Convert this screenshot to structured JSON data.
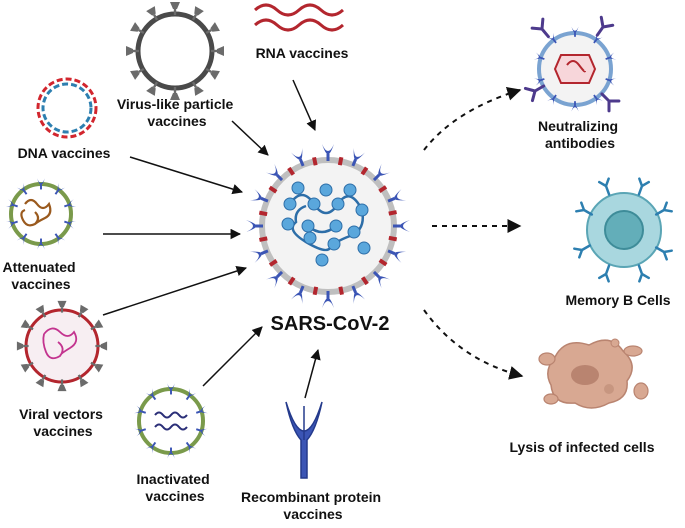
{
  "center": {
    "label": "SARS-CoV-2"
  },
  "vaccines": {
    "virus_like_particle": [
      "Virus-like particle",
      "vaccines"
    ],
    "rna": "RNA vaccines",
    "dna": "DNA vaccines",
    "attenuated": [
      "Attenuated",
      "vaccines"
    ],
    "viral_vectors": [
      "Viral vectors",
      "vaccines"
    ],
    "inactivated": [
      "Inactivated",
      "vaccines"
    ],
    "recombinant_protein": [
      "Recombinant protein",
      "vaccines"
    ]
  },
  "outcomes": {
    "neutralizing_antibodies": [
      "Neutralizing",
      "antibodies"
    ],
    "memory_b_cells": "Memory B Cells",
    "lysis": "Lysis of infected cells"
  },
  "colors": {
    "arrow": "#111111",
    "spike": "#3b55b5",
    "membrane": "#bfbfbf",
    "rna_sphere": "#5aa7dc",
    "red_accent": "#b3262e",
    "memory_cell": "#a9d7df",
    "lysis_cell": "#d8a892"
  }
}
